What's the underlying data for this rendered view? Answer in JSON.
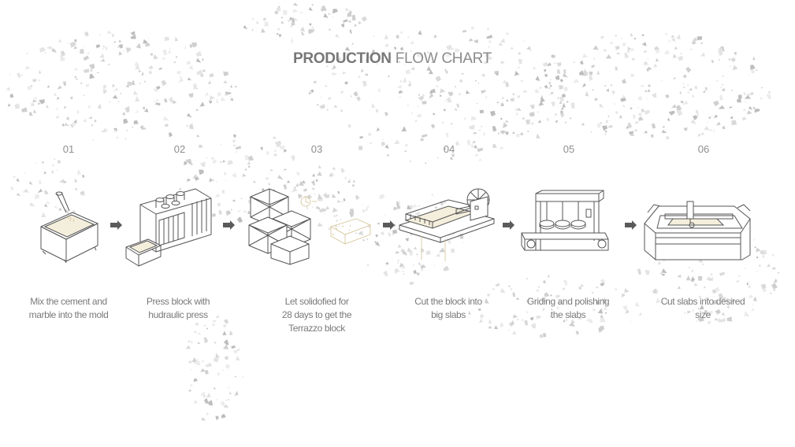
{
  "title": {
    "bold": "PRODUCTION",
    "light": "FLOW CHART"
  },
  "colors": {
    "text": "#7a7a7a",
    "line": "#555555",
    "accent": "#d2c190",
    "arrow": "#5a5a5a"
  },
  "steps": [
    {
      "number": "01",
      "caption_lines": [
        "Mix the cement and",
        "marble into the mold"
      ],
      "icon": "mixing-mold-icon"
    },
    {
      "number": "02",
      "caption_lines": [
        "Press block with",
        "hudraulic press"
      ],
      "icon": "hydraulic-press-icon"
    },
    {
      "number": "03",
      "caption_lines": [
        "Let solidofied for",
        "28 days to get the",
        "Terrazzo block"
      ],
      "icon": "stacked-blocks-icon"
    },
    {
      "number": "04",
      "caption_lines": [
        "Cut the block into",
        "big slabs"
      ],
      "icon": "block-cutter-icon"
    },
    {
      "number": "05",
      "caption_lines": [
        "Griding and polishing",
        "the slabs"
      ],
      "icon": "polishing-machine-icon"
    },
    {
      "number": "06",
      "caption_lines": [
        "Cut slabs into desired",
        "size"
      ],
      "icon": "cnc-cutter-icon"
    }
  ]
}
